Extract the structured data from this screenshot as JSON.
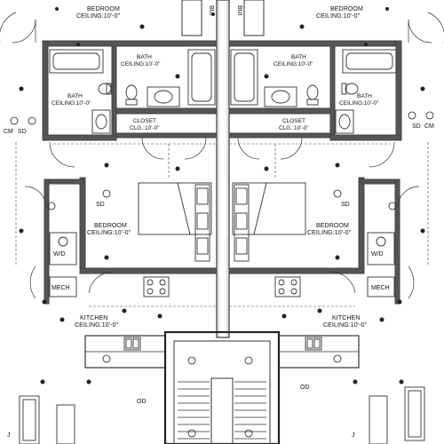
{
  "rooms": {
    "bedroom_top_left": {
      "name": "BEDROOM",
      "ceiling": "CEILING:10'-0\""
    },
    "bedroom_top_right": {
      "name": "BEDROOM",
      "ceiling": "CEILING:10'-0\""
    },
    "bath_left_upper": {
      "name": "BATH",
      "ceiling": "CEILING:10'-0\""
    },
    "bath_right_upper": {
      "name": "BATH",
      "ceiling": "CEILING:10'-0\""
    },
    "bath_left_lower": {
      "name": "BATH",
      "ceiling": "CEILING:10'-0\""
    },
    "bath_right_lower": {
      "name": "BATH",
      "ceiling": "CEILING:10'-0\""
    },
    "closet_left": {
      "name": "CLOSET",
      "ceiling": "CLG.:10'-0\""
    },
    "closet_right": {
      "name": "CLOSET",
      "ceiling": "CLG.:10'-0\""
    },
    "bedroom_mid_left": {
      "name": "BEDROOM",
      "ceiling": "CEILING:10'-0\""
    },
    "bedroom_mid_right": {
      "name": "BEDROOM",
      "ceiling": "CEILING:10'-0\""
    },
    "kitchen_left": {
      "name": "KITCHEN",
      "ceiling": "CEILING:10'-0\""
    },
    "kitchen_right": {
      "name": "KITCHEN",
      "ceiling": "CEILING:10'-0\""
    }
  },
  "tags": {
    "cm": "CM",
    "sd": "SD",
    "wd": "W/D",
    "mech": "MECH",
    "od": "OD",
    "bui": "BUI",
    "j": "J"
  }
}
